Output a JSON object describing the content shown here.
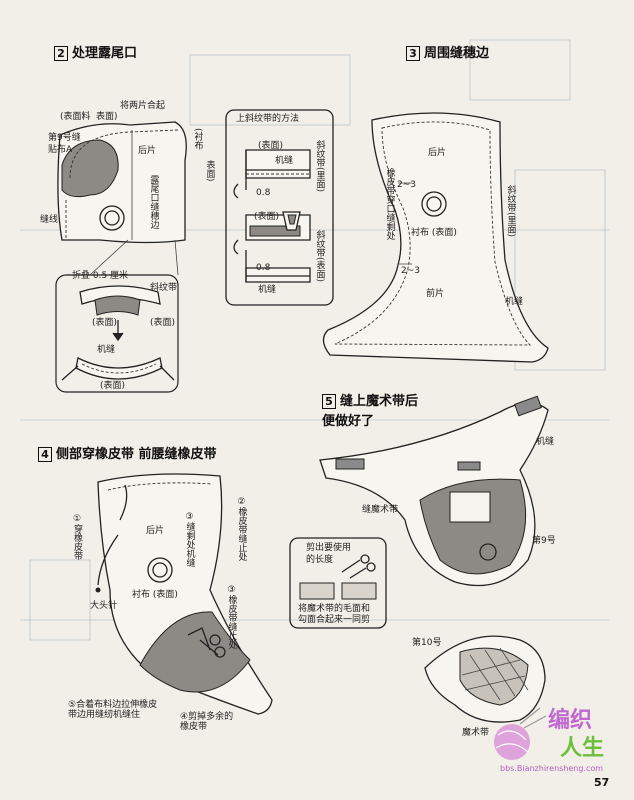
{
  "sections": {
    "s2": {
      "num": "2",
      "title": "处理露尾口"
    },
    "s3": {
      "num": "3",
      "title": "周围缝穗边"
    },
    "s4": {
      "num": "4",
      "title": "侧部穿橡皮带 前腰缝橡皮带"
    },
    "s5": {
      "num": "5",
      "title_line1": "缝上魔术带后",
      "title_line2": "便做好了"
    }
  },
  "labels_s2": {
    "biao_mian_liao": "(表面料",
    "biao_mian": "表面)",
    "two_pieces": "将两片合起",
    "yarn9": "第9号缝",
    "tie_a": "贴布A",
    "hou_pian": "后片",
    "chen_bu": "(衬布",
    "biao_mian_v": "表面)",
    "lou_wei": "露尾口缝穗边",
    "feng_xian": "缝线",
    "fold": "折叠 0.5 厘米",
    "xie_wen_dai": "斜纹带",
    "surface1": "(表面)",
    "surface2": "(表面)",
    "ji_feng": "机缝",
    "surface3": "(表面)"
  },
  "labels_bias": {
    "box_title": "上斜纹带的方法",
    "surface_a": "(表面)",
    "ji_feng_a": "机缝",
    "size_a": "0.8",
    "xie_wen_a": "斜纹带(里面)",
    "surface_b": "(表面)",
    "xie_wen_b": "斜纹带(表面)",
    "size_b": "0.8",
    "ji_feng_b": "机缝"
  },
  "labels_s3": {
    "hou_pian": "后片",
    "size1": "2~3",
    "rubber": "橡皮带穿口缝剩处",
    "chen_bu": "衬布 (表面)",
    "xie_wen": "斜纹带(里面)",
    "size2": "2~3",
    "qian_pian": "前片",
    "ji_feng": "机缝"
  },
  "labels_s4": {
    "step1": "①穿橡皮带",
    "step2": "②橡皮带缝止处",
    "step3": "③缝剩处机缝",
    "hou_pian": "后片",
    "pin": "大头针",
    "chen_bu": "衬布 (表面)",
    "step3b": "③橡皮带缝止处",
    "step5": "⑤合着布料边拉伸橡皮带边用缝纫机缝住",
    "step4": "④剪掉多余的橡皮带"
  },
  "labels_s5": {
    "ji_feng": "机缝",
    "velcro": "缝魔术带",
    "yarn9": "第9号",
    "note_line1": "剪出要使用",
    "note_line2": "的长度",
    "note_line3": "将魔术带的毛面和",
    "note_line4": "勾面合起来一同剪",
    "yarn10": "第10号",
    "velcro_b": "魔术带"
  },
  "footer": {
    "logo_a": "编织",
    "logo_b": "人生",
    "url": "bbs.Bianzhirensheng.com",
    "page_number": "57"
  }
}
